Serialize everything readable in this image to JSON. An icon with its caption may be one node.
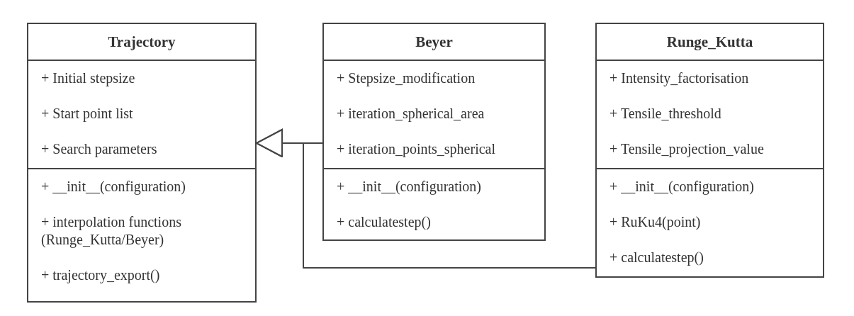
{
  "diagram": {
    "nodes": [
      {
        "text": [
          "Trajectory"
        ]
      },
      {
        "text": [
          "+ Initial stepsize",
          "+ Start point list",
          "+ Search parameters"
        ],
        "in": 0
      },
      {
        "text": [
          "+ __init__(configuration)",
          "+ interpolation functions (Runge_Kutta/Beyer)",
          "+ trajectory_export()"
        ],
        "in": 0
      },
      {
        "text": [
          "Beyer"
        ]
      },
      {
        "text": [
          "+ Stepsize_modification",
          "+ iteration_spherical_area",
          "+ iteration_points_spherical"
        ],
        "in": 3
      },
      {
        "text": [
          "+ __init__(configuration)",
          "+ calculatestep()"
        ],
        "in": 3
      },
      {
        "text": [
          "Runge_Kutta"
        ]
      },
      {
        "text": [
          "+ Intensity_factorisation",
          "+ Tensile_threshold",
          "+ Tensile_projection_value"
        ],
        "in": 6
      },
      {
        "text": [
          "+ __init__(configuration)",
          "+ RuKu4(point)",
          "+ calculatestep()"
        ],
        "in": 6
      }
    ],
    "edges": [
      {
        "from": 3,
        "to": 0,
        "arrow": "to"
      },
      {
        "from": 6,
        "to": 0,
        "arrow": "to"
      }
    ]
  }
}
